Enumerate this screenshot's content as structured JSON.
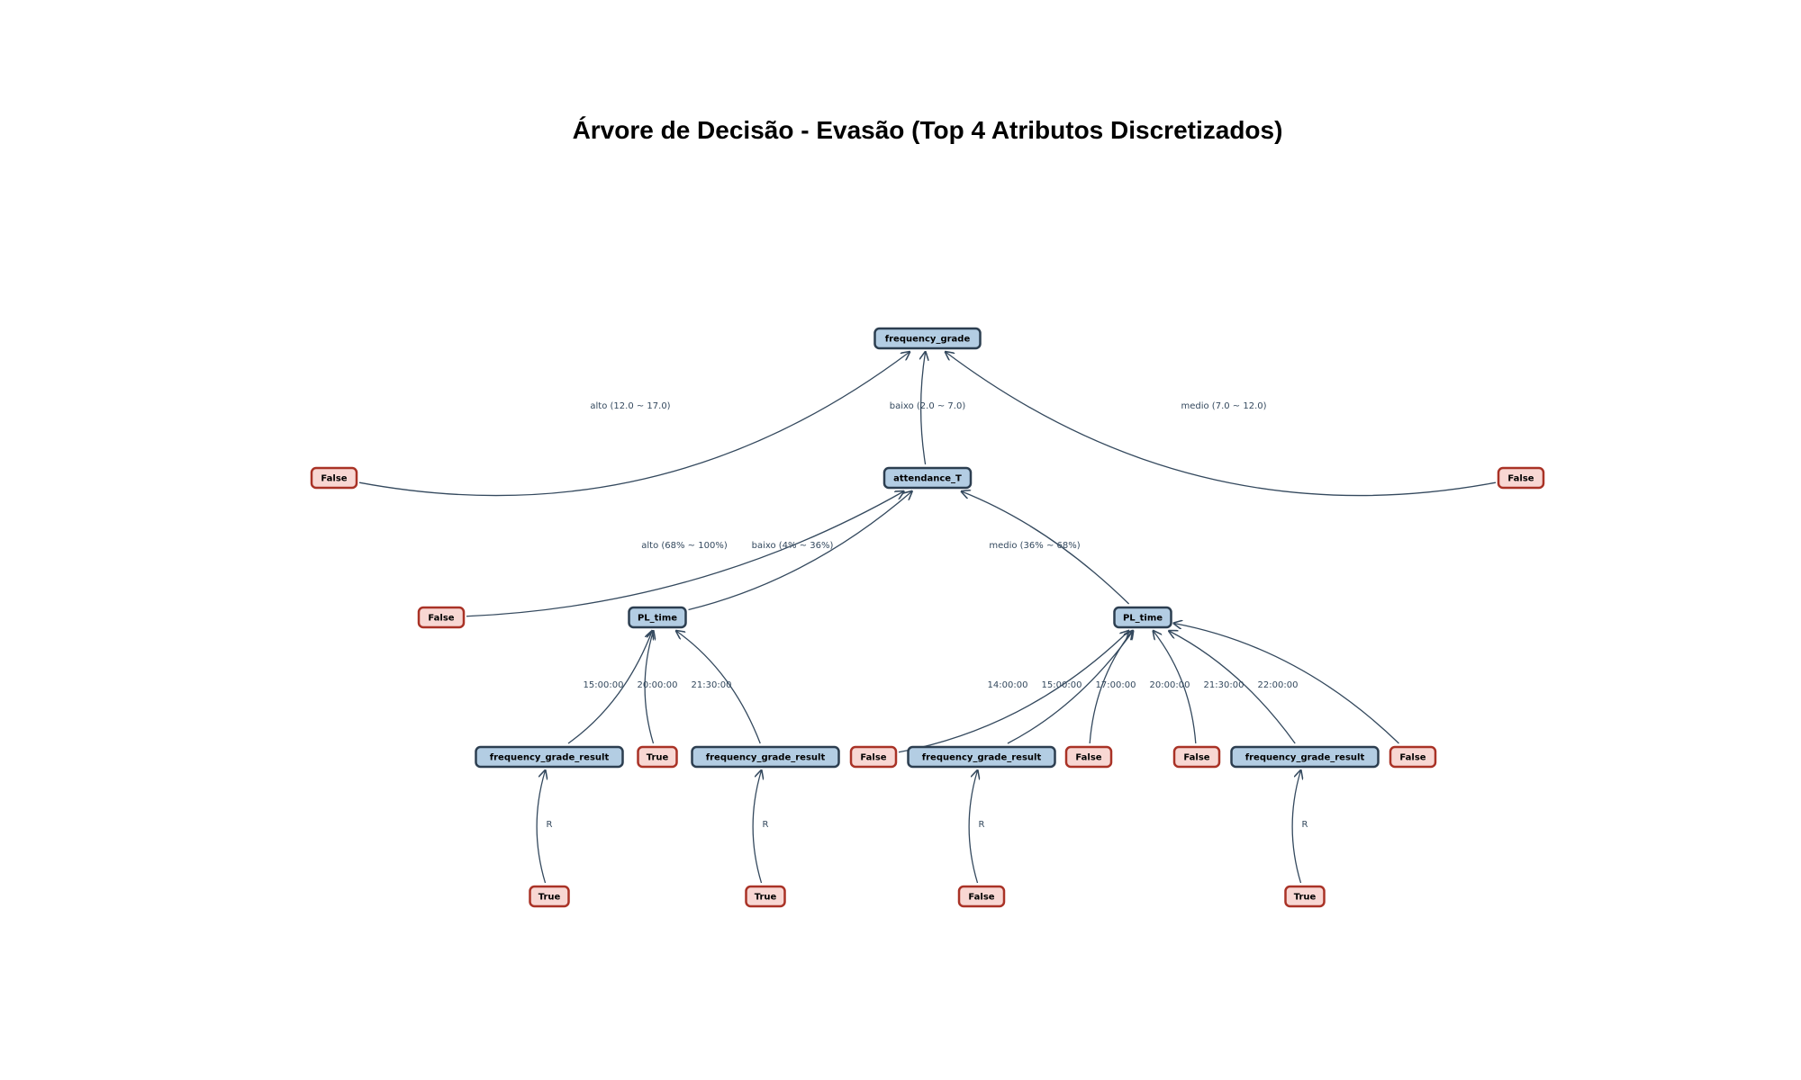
{
  "title": "Árvore de Decisão - Evasão (Top 4 Atributos Discretizados)",
  "colors": {
    "internal_fill": "#b3cde3",
    "internal_stroke": "#2c3e50",
    "leaf_fill": "#f8d7d3",
    "leaf_stroke": "#a93226",
    "edge": "#34495e"
  },
  "nodes": {
    "root": {
      "label": "frequency_grade",
      "kind": "internal"
    },
    "leaf_root_alto": {
      "label": "False",
      "kind": "leaf"
    },
    "attendance": {
      "label": "attendance_T",
      "kind": "internal"
    },
    "leaf_root_medio": {
      "label": "False",
      "kind": "leaf"
    },
    "leaf_att_alto": {
      "label": "False",
      "kind": "leaf"
    },
    "pl_left": {
      "label": "PL_time",
      "kind": "internal"
    },
    "pl_right": {
      "label": "PL_time",
      "kind": "internal"
    },
    "fgr_l1": {
      "label": "frequency_grade_result",
      "kind": "internal"
    },
    "leaf_pll_2000": {
      "label": "True",
      "kind": "leaf"
    },
    "fgr_l2": {
      "label": "frequency_grade_result",
      "kind": "internal"
    },
    "leaf_plr_1400": {
      "label": "False",
      "kind": "leaf"
    },
    "fgr_r1": {
      "label": "frequency_grade_result",
      "kind": "internal"
    },
    "leaf_plr_1700": {
      "label": "False",
      "kind": "leaf"
    },
    "leaf_plr_2000": {
      "label": "False",
      "kind": "leaf"
    },
    "fgr_r2": {
      "label": "frequency_grade_result",
      "kind": "internal"
    },
    "leaf_plr_2200": {
      "label": "False",
      "kind": "leaf"
    },
    "leaf_fgr_l1": {
      "label": "True",
      "kind": "leaf"
    },
    "leaf_fgr_l2": {
      "label": "True",
      "kind": "leaf"
    },
    "leaf_fgr_r1": {
      "label": "False",
      "kind": "leaf"
    },
    "leaf_fgr_r2": {
      "label": "True",
      "kind": "leaf"
    }
  },
  "edges": [
    {
      "from": "leaf_root_alto",
      "to": "root",
      "label": "alto (12.0 ~ 17.0)"
    },
    {
      "from": "attendance",
      "to": "root",
      "label": "baixo (2.0 ~ 7.0)"
    },
    {
      "from": "leaf_root_medio",
      "to": "root",
      "label": "medio (7.0 ~ 12.0)"
    },
    {
      "from": "leaf_att_alto",
      "to": "attendance",
      "label": "alto (68% ~ 100%)"
    },
    {
      "from": "pl_left",
      "to": "attendance",
      "label": "baixo (4% ~ 36%)"
    },
    {
      "from": "pl_right",
      "to": "attendance",
      "label": "medio (36% ~ 68%)"
    },
    {
      "from": "fgr_l1",
      "to": "pl_left",
      "label": "15:00:00"
    },
    {
      "from": "leaf_pll_2000",
      "to": "pl_left",
      "label": "20:00:00"
    },
    {
      "from": "fgr_l2",
      "to": "pl_left",
      "label": "21:30:00"
    },
    {
      "from": "leaf_plr_1400",
      "to": "pl_right",
      "label": "14:00:00"
    },
    {
      "from": "fgr_r1",
      "to": "pl_right",
      "label": "15:00:00"
    },
    {
      "from": "leaf_plr_1700",
      "to": "pl_right",
      "label": "17:00:00"
    },
    {
      "from": "leaf_plr_2000",
      "to": "pl_right",
      "label": "20:00:00"
    },
    {
      "from": "fgr_r2",
      "to": "pl_right",
      "label": "21:30:00"
    },
    {
      "from": "leaf_plr_2200",
      "to": "pl_right",
      "label": "22:00:00"
    },
    {
      "from": "leaf_fgr_l1",
      "to": "fgr_l1",
      "label": "R"
    },
    {
      "from": "leaf_fgr_l2",
      "to": "fgr_l2",
      "label": "R"
    },
    {
      "from": "leaf_fgr_r1",
      "to": "fgr_r1",
      "label": "R"
    },
    {
      "from": "leaf_fgr_r2",
      "to": "fgr_r2",
      "label": "R"
    }
  ]
}
